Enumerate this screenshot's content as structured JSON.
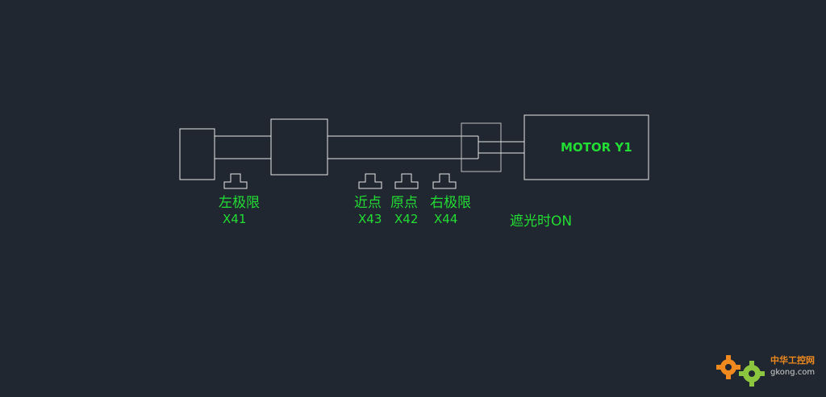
{
  "colors": {
    "background": "#212730",
    "lines": "#e8e8e8",
    "label_green": "#22dd33",
    "watermark_orange": "#f08a1e",
    "watermark_green": "#8cc63f"
  },
  "motor": {
    "label": "MOTOR Y1"
  },
  "sensors": {
    "left_limit": {
      "label": "左极限",
      "code": "X41"
    },
    "near_point": {
      "label": "近点",
      "code": "X43"
    },
    "origin": {
      "label": "原点",
      "code": "X42"
    },
    "right_limit": {
      "label": "右极限",
      "code": "X44"
    }
  },
  "note": "遮光时ON",
  "watermark": {
    "site_name": "中华工控网",
    "url": "gkong.com",
    "icon": "gear-icon"
  }
}
